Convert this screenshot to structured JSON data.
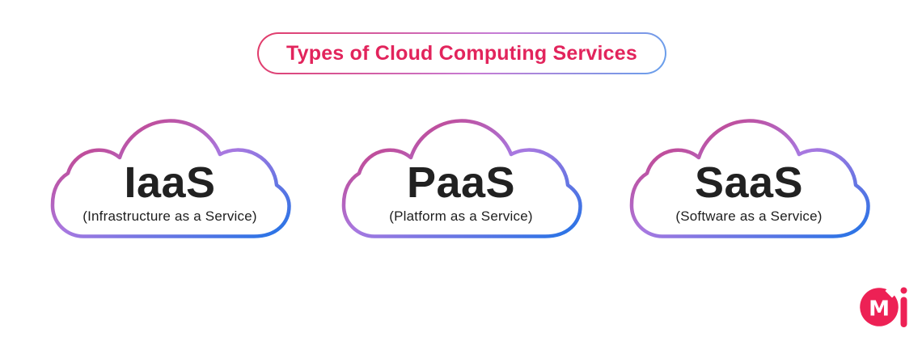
{
  "title": {
    "text": "Types of Cloud Computing Services"
  },
  "clouds": [
    {
      "abbr": "IaaS",
      "full_name": "(Infrastructure as a Service)"
    },
    {
      "abbr": "PaaS",
      "full_name": "(Platform as a Service)"
    },
    {
      "abbr": "SaaS",
      "full_name": "(Software as a Service)"
    }
  ],
  "logo": {
    "monogram": "M",
    "suffix": "i"
  },
  "colors": {
    "background": "#FFFFFF",
    "title_text": "#E2245C",
    "label_text": "#212121",
    "subtitle_text": "#1E1E1E",
    "gradient_pink": "#D0306B",
    "gradient_purple": "#A878E0",
    "gradient_blue": "#2173E6",
    "pill_border_start": "#E23A67",
    "pill_border_mid": "#C77BD4",
    "pill_border_end": "#66A0EC",
    "logo_pink": "#ED2155"
  }
}
